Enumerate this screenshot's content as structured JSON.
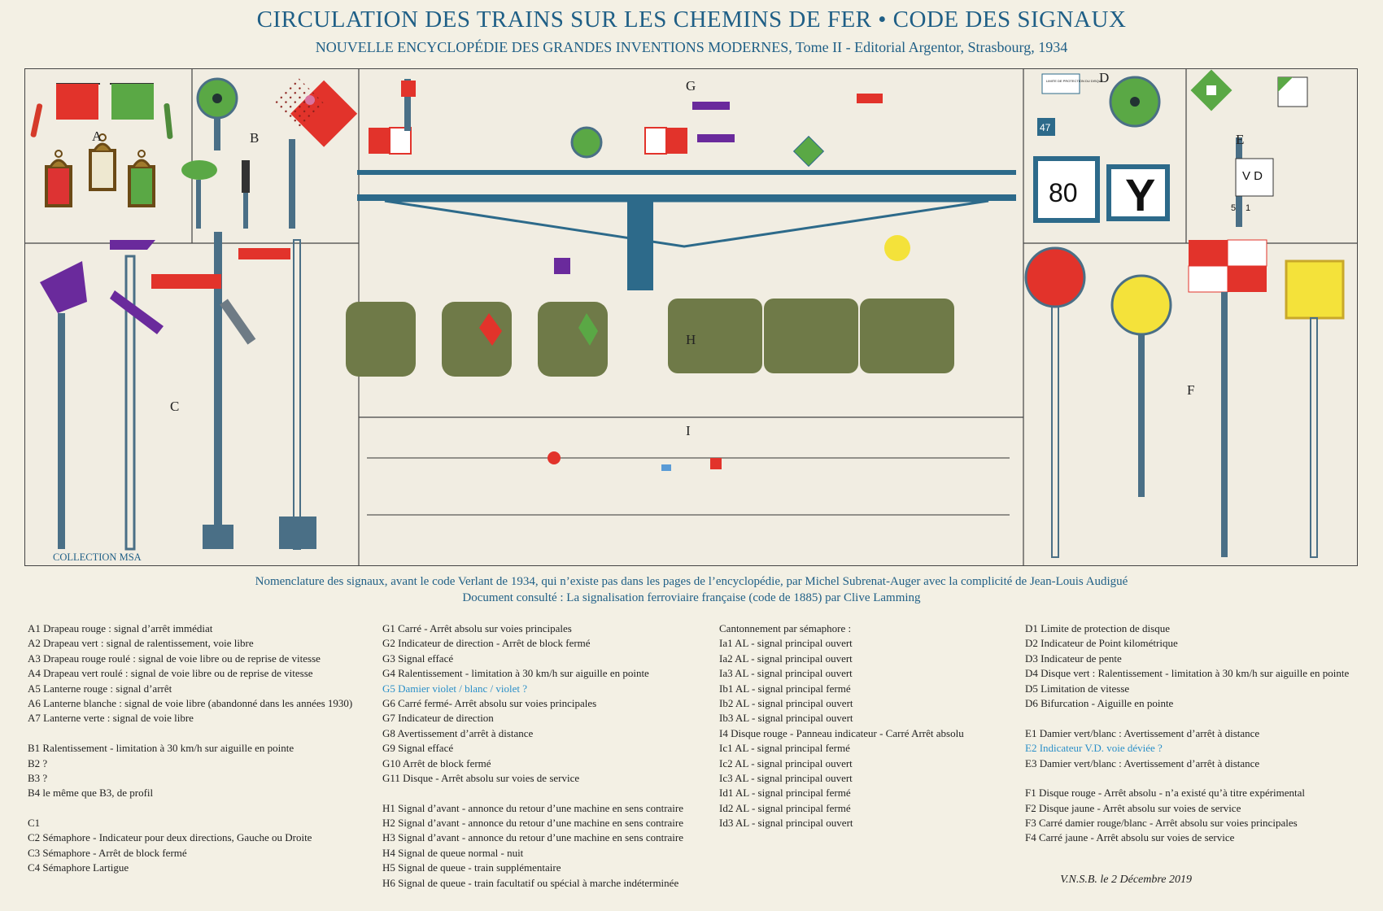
{
  "header": {
    "title": "CIRCULATION DES TRAINS SUR LES CHEMINS DE FER  •  CODE DES SIGNAUX",
    "subtitle": "NOUVELLE ENCYCLOPÉDIE DES GRANDES INVENTIONS MODERNES, Tome II  -  Editorial Argentor, Strasbourg, 1934"
  },
  "plate": {
    "section_letters": [
      "A",
      "B",
      "C",
      "D",
      "E",
      "F",
      "G",
      "H",
      "I"
    ],
    "collection": "COLLECTION MSA",
    "sign_80": "80",
    "sign_y": "Y",
    "sign_vd": "V  D",
    "sign_limite": "LIMITE DE PROTECTION DU DISQUE",
    "sign_km": "47",
    "sign_e5": "5",
    "sign_e6": "1",
    "colors": {
      "red": "#e2332b",
      "green": "#5aa845",
      "violet": "#6a2a9c",
      "yellow": "#f4e23a",
      "steel": "#4a6f86",
      "olive": "#6f7a48"
    }
  },
  "credits": {
    "line1": "Nomenclature des signaux, avant le code Verlant de 1934, qui n’existe pas dans les pages de l’encyclopédie, par Michel Subrenat-Auger avec la complicité de Jean-Louis Audigué",
    "line2": "Document consulté : La signalisation ferroviaire française (code de 1885) par Clive Lamming"
  },
  "legend": {
    "col1": [
      "A1  Drapeau rouge : signal d’arrêt immédiat",
      "A2  Drapeau vert : signal de ralentissement, voie libre",
      "A3  Drapeau rouge roulé : signal de voie libre ou de reprise de vitesse",
      "A4  Drapeau vert roulé : signal de voie libre ou de reprise de vitesse",
      "A5  Lanterne rouge : signal d’arrêt",
      "A6  Lanterne blanche : signal de voie libre (abandonné dans les années 1930)",
      "A7  Lanterne verte : signal de voie libre",
      "",
      "B1  Ralentissement - limitation à 30 km/h sur aiguille en pointe",
      "B2 ?",
      "B3 ?",
      "B4  le même que B3, de profil",
      "",
      "C1",
      "C2  Sémaphore - Indicateur pour deux directions, Gauche ou Droite",
      "C3  Sémaphore - Arrêt de block fermé",
      "C4  Sémaphore Lartigue"
    ],
    "col2": [
      "G1  Carré - Arrêt absolu sur voies principales",
      "G2  Indicateur de direction - Arrêt de block fermé",
      "G3  Signal effacé",
      "G4  Ralentissement - limitation à 30 km/h sur aiguille en pointe",
      "G5  Damier violet / blanc / violet ?",
      "G6  Carré fermé- Arrêt absolu sur voies principales",
      "G7  Indicateur de direction",
      "G8   Avertissement d’arrêt à distance",
      "G9  Signal effacé",
      "G10  Arrêt de block fermé",
      "G11  Disque - Arrêt absolu sur voies de service",
      "",
      "H1  Signal d’avant - annonce du retour d’une machine en sens contraire",
      "H2  Signal d’avant - annonce du retour d’une machine en sens contraire",
      "H3  Signal d’avant - annonce du retour d’une machine en sens contraire",
      "H4  Signal de queue normal - nuit",
      "H5  Signal de queue - train supplémentaire",
      "H6  Signal de queue - train facultatif ou spécial à marche indéterminée"
    ],
    "col3": [
      "Cantonnement par sémaphore :",
      "Ia1  AL - signal principal ouvert",
      "Ia2  AL - signal principal ouvert",
      "Ia3  AL - signal principal ouvert",
      "Ib1  AL - signal principal fermé",
      "Ib2  AL - signal principal ouvert",
      "Ib3  AL - signal principal ouvert",
      "I4    Disque rouge - Panneau indicateur  - Carré Arrêt absolu",
      "Ic1  AL - signal principal fermé",
      "Ic2  AL - signal principal ouvert",
      "Ic3  AL - signal principal ouvert",
      "Id1  AL - signal principal fermé",
      "Id2  AL - signal principal fermé",
      "Id3  AL - signal principal ouvert"
    ],
    "col4": [
      "D1  Limite de protection de disque",
      "D2  Indicateur de Point kilométrique",
      "D3  Indicateur de pente",
      "D4  Disque vert : Ralentissement - limitation à 30 km/h sur aiguille en pointe",
      "D5  Limitation de vitesse",
      "D6  Bifurcation - Aiguille en pointe",
      "",
      "E1  Damier vert/blanc : Avertissement d’arrêt à distance",
      "E2  Indicateur V.D. voie déviée ?",
      "E3  Damier vert/blanc : Avertissement d’arrêt à distance",
      "",
      "F1  Disque rouge - Arrêt absolu - n’a existé qu’à titre expérimental",
      "F2  Disque jaune - Arrêt absolu sur voies de service",
      "F3  Carré damier rouge/blanc - Arrêt absolu sur voies principales",
      "F4  Carré jaune - Arrêt absolu sur voies de service"
    ]
  },
  "signature": "V.N.S.B. le 2 Décembre 2019"
}
